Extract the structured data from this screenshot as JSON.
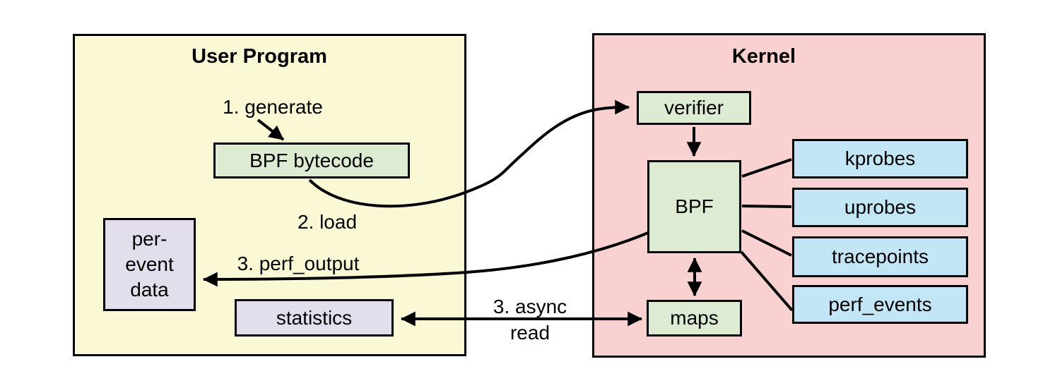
{
  "user_program": {
    "title": "User Program",
    "bpf_bytecode": "BPF bytecode",
    "per_event_data": "per-\nevent\ndata",
    "statistics": "statistics"
  },
  "kernel": {
    "title": "Kernel",
    "verifier": "verifier",
    "bpf": "BPF",
    "maps": "maps",
    "probes": [
      "kprobes",
      "uprobes",
      "tracepoints",
      "perf_events"
    ]
  },
  "labels": {
    "generate": "1. generate",
    "load": "2. load",
    "perf_output": "3. perf_output",
    "async_read": "3. async\nread"
  },
  "colors": {
    "user_program_bg": "#FBF8D5",
    "kernel_bg": "#F9D1D1",
    "process_box_bg": "#DDEBD2",
    "event_source_box_bg": "#C3E6F7",
    "output_box_bg": "#E2DEEC",
    "line": "#000000"
  }
}
